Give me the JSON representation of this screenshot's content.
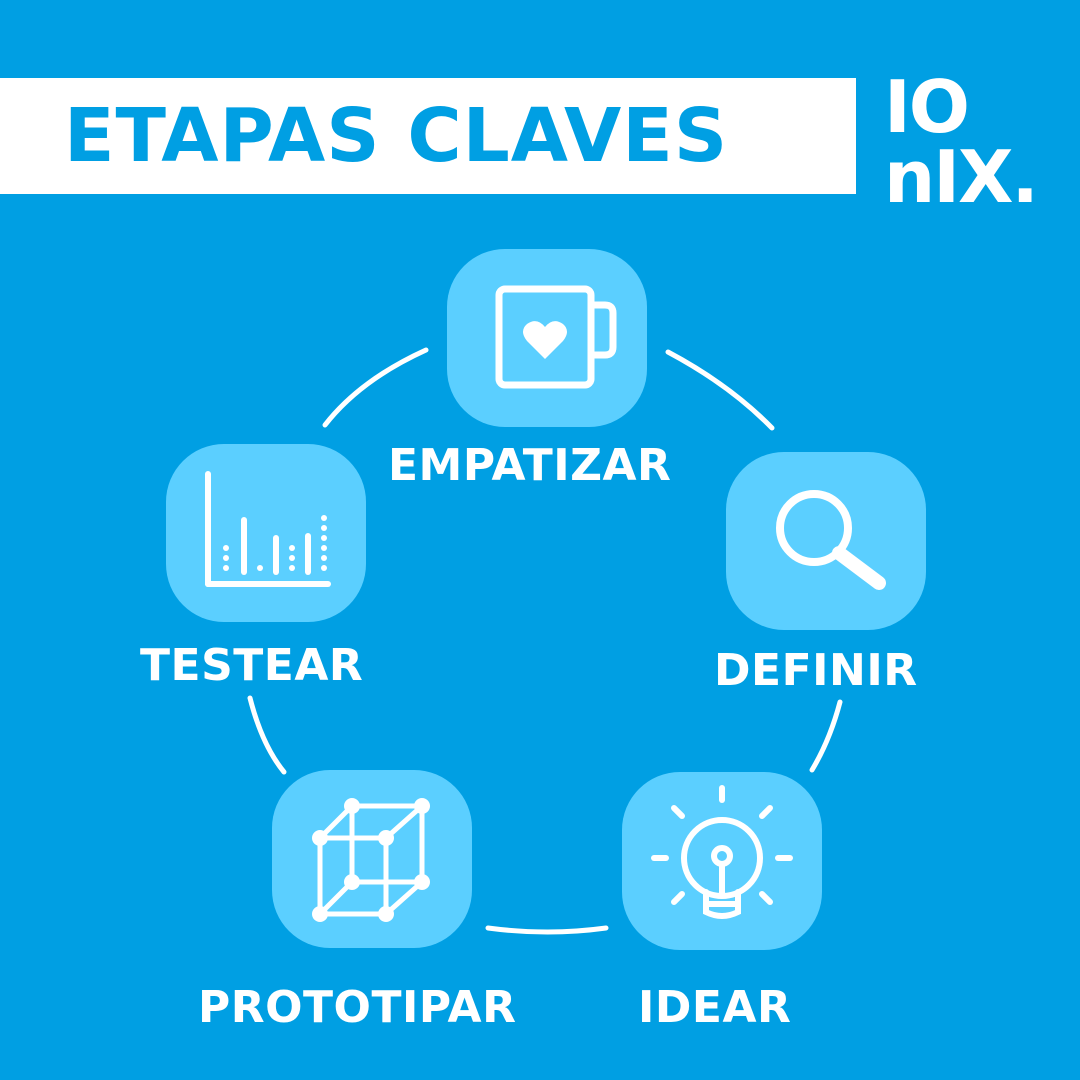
{
  "header": {
    "title": "ETAPAS CLAVES"
  },
  "logo": {
    "line1": "IO",
    "line2": "nIX."
  },
  "colors": {
    "background": "#009fe3",
    "tile": "#5bcfff",
    "title_bar": "#ffffff",
    "text": "#ffffff"
  },
  "stages": [
    {
      "label": "EMPATIZAR",
      "icon": "mug-heart-icon"
    },
    {
      "label": "DEFINIR",
      "icon": "magnifying-glass-icon"
    },
    {
      "label": "IDEAR",
      "icon": "lightbulb-icon"
    },
    {
      "label": "PROTOTIPAR",
      "icon": "cube-wireframe-icon"
    },
    {
      "label": "TESTEAR",
      "icon": "bar-chart-icon"
    }
  ]
}
